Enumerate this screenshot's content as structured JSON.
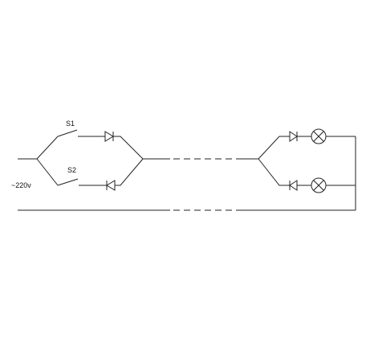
{
  "labels": {
    "switch1": "S1",
    "switch2": "S2",
    "supply": "~220v"
  },
  "colors": {
    "wire": "#222222",
    "background": "#ffffff"
  }
}
